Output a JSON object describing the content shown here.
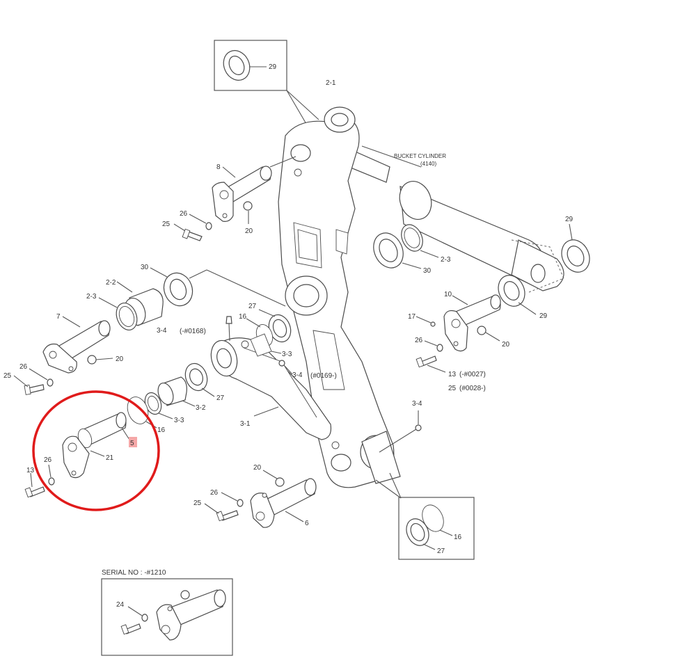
{
  "labels": {
    "l29_top": "29",
    "l2_1": "2-1",
    "bucket_cyl_1": "BUCKET CYLINDER",
    "bucket_cyl_2": "(4140)",
    "l8": "8",
    "l26_a": "26",
    "l25_a": "25",
    "l20_a": "20",
    "l29_right": "29",
    "l30_a": "30",
    "l2_2": "2-2",
    "l2_3_a": "2-3",
    "l30_b": "30",
    "l2_3_b": "2-3",
    "l10": "10",
    "l17": "17",
    "l29_mid": "29",
    "l7": "7",
    "l3_4_a": "3-4",
    "l0168": "(-#0168)",
    "l27_a": "27",
    "l16_a": "16",
    "l3_3_a": "3-3",
    "l3_4_b": "3-4",
    "l0169": "(#0169-)",
    "l26_b": "26",
    "l20_b": "20",
    "l26_c": "26",
    "l25_b": "25",
    "l20_c": "20",
    "l13": "13",
    "l0027": "(-#0027)",
    "l25_c": "25",
    "l0028": "(#0028-)",
    "l27_b": "27",
    "l3_3_b": "3-3",
    "l3_2": "3-2",
    "l16_b": "16",
    "l5": "5",
    "l21": "21",
    "l26_d": "26",
    "l13_b": "13",
    "l3_1": "3-1",
    "l3_4_c": "3-4",
    "l20_d": "20",
    "l26_e": "26",
    "l25_d": "25",
    "l6": "6",
    "l16_c": "16",
    "l27_c": "27",
    "serial": "SERIAL NO : -#1210",
    "l24": "24"
  },
  "colors": {
    "highlight_circle": "#e01b1b",
    "highlight_label_bg": "#f5a8a8"
  }
}
